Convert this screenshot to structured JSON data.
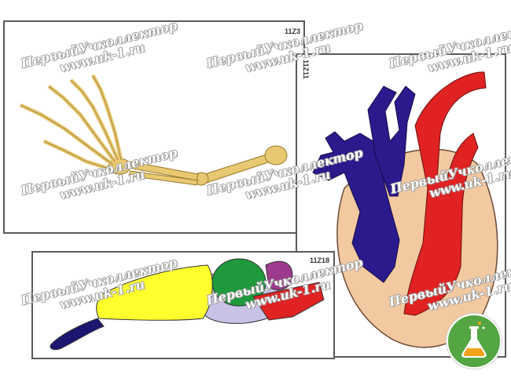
{
  "cards": {
    "arm": {
      "code": "11Z3"
    },
    "heart": {
      "code": "11Z11"
    },
    "brain": {
      "code": "11Z18"
    }
  },
  "watermark": {
    "line1": "ПервыйУчколлектор",
    "line2": "www.uk-1.ru"
  },
  "badge": {
    "icon": "flask-icon",
    "color": "#53a642"
  },
  "colors": {
    "bone": "#e8c871",
    "heart_blue": "#2a1a8c",
    "heart_red": "#e02222",
    "heart_tissue": "#f2c9a0",
    "brain_yellow": "#ffff2e",
    "brain_green": "#1e9a3c",
    "brain_purple": "#9e3a8e",
    "brain_lavender": "#c9c2e6",
    "brain_navy": "#1c1670"
  }
}
